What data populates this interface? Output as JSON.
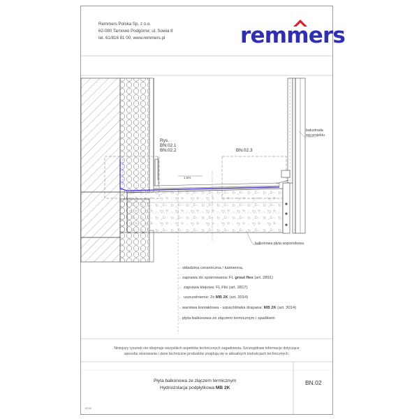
{
  "company": {
    "name": "Remmers Polska Sp. z o.o.",
    "address": "62-080 Tarnowo Podgórne; ul. Sowia 8",
    "contact": "tel. 61/816 81 00; www.remmers.pl"
  },
  "logo": {
    "text": "remmers",
    "color": "#2f2fb0",
    "roof_color": "#d8202e"
  },
  "drawing": {
    "ref_label_1": "Rys.",
    "ref_label_2": "BN.02.1",
    "ref_label_3": "BN.02.2",
    "ref_label_4": "BN.02.3",
    "slope": "1,5%",
    "balustrade_1": "balustrada",
    "balustrade_2": "wg projektu",
    "slab_label": "balkonowa płyta wspornikowa"
  },
  "legend": {
    "items": [
      {
        "text": "okładzina ceramiczna / kamienna,"
      },
      {
        "prefix": "zaprawa do spoinowania: FL ",
        "bold": "grout flex",
        "suffix": " (art. 2891)"
      },
      {
        "prefix": "zaprawa klejowa: FL Flix (art. 2817)"
      },
      {
        "prefix": "uszczelnienie: 2x ",
        "bold": "MB 2K",
        "suffix": " (art. 3014)"
      },
      {
        "prefix": "warstwa kontaktowa - szpachlówka drapana: ",
        "bold": "MB 2K",
        "suffix": " (art. 3014)"
      },
      {
        "text": "płyta balkonowa ze złączem termicznym i spadkiem"
      }
    ]
  },
  "note": {
    "line1": "Niniejszy rysunek nie obejmuje wszystkich aspektów technicznych zagadnienia. Szczegółowe informacje dotyczące",
    "line2": "sposobu stosowania i dane techniczne produktów znajdują się w aktualnych instrukcjach technicznych."
  },
  "title_block": {
    "line1": "Płyta balkonowa ze złączem termicznym",
    "line2_prefix": "Hydroizolacja podpłytkowa ",
    "line2_bold": "MB 2K",
    "code": "BN.02",
    "date": "02.05"
  }
}
